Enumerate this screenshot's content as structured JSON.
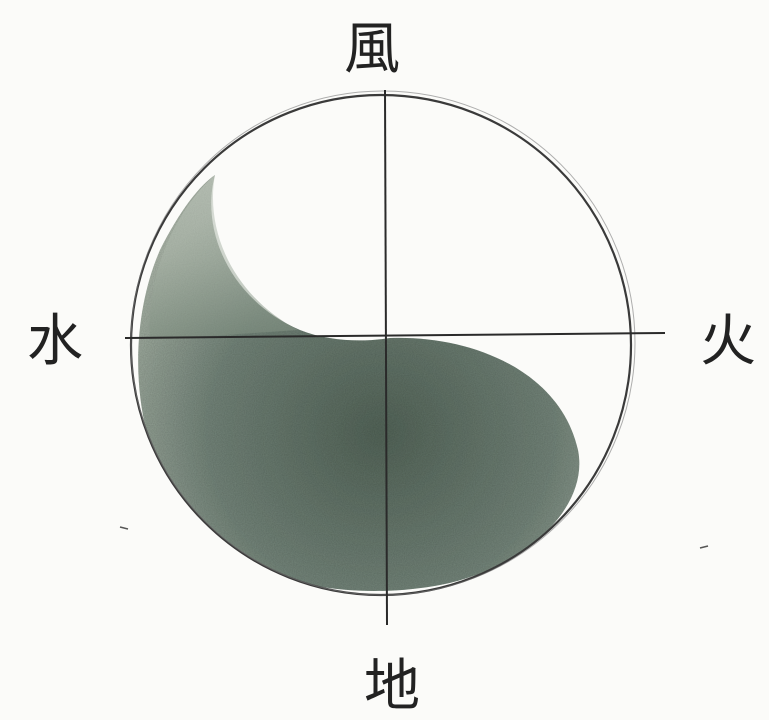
{
  "labels": {
    "top": "風",
    "right": "火",
    "bottom": "地",
    "left": "水"
  },
  "colors": {
    "paper": "#fbfbf9",
    "ink": "#2a2a2a",
    "shade_light": "#b9c2b6",
    "shade_dark": "#4f5f50"
  }
}
